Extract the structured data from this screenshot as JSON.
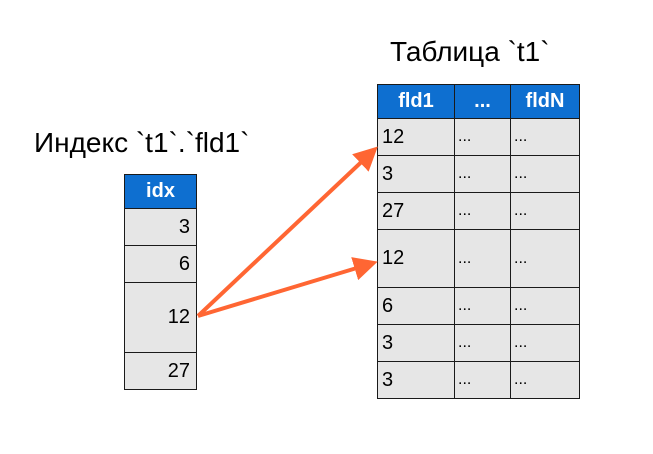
{
  "index_title": "Индекс `t1`.`fld1`",
  "table_title": "Таблица `t1`",
  "index": {
    "header": "idx",
    "rows": [
      "3",
      "6",
      "12",
      "27"
    ]
  },
  "table": {
    "headers": [
      "fld1",
      "...",
      "fldN"
    ],
    "rows": [
      [
        "12",
        "...",
        "..."
      ],
      [
        "3",
        "...",
        "..."
      ],
      [
        "27",
        "...",
        "..."
      ],
      [
        "12",
        "...",
        "..."
      ],
      [
        "6",
        "...",
        "..."
      ],
      [
        "3",
        "...",
        "..."
      ],
      [
        "3",
        "...",
        "..."
      ]
    ]
  },
  "colors": {
    "header": "#0e6fd0",
    "cell": "#e6e6e6",
    "arrow": "#ff6633"
  }
}
